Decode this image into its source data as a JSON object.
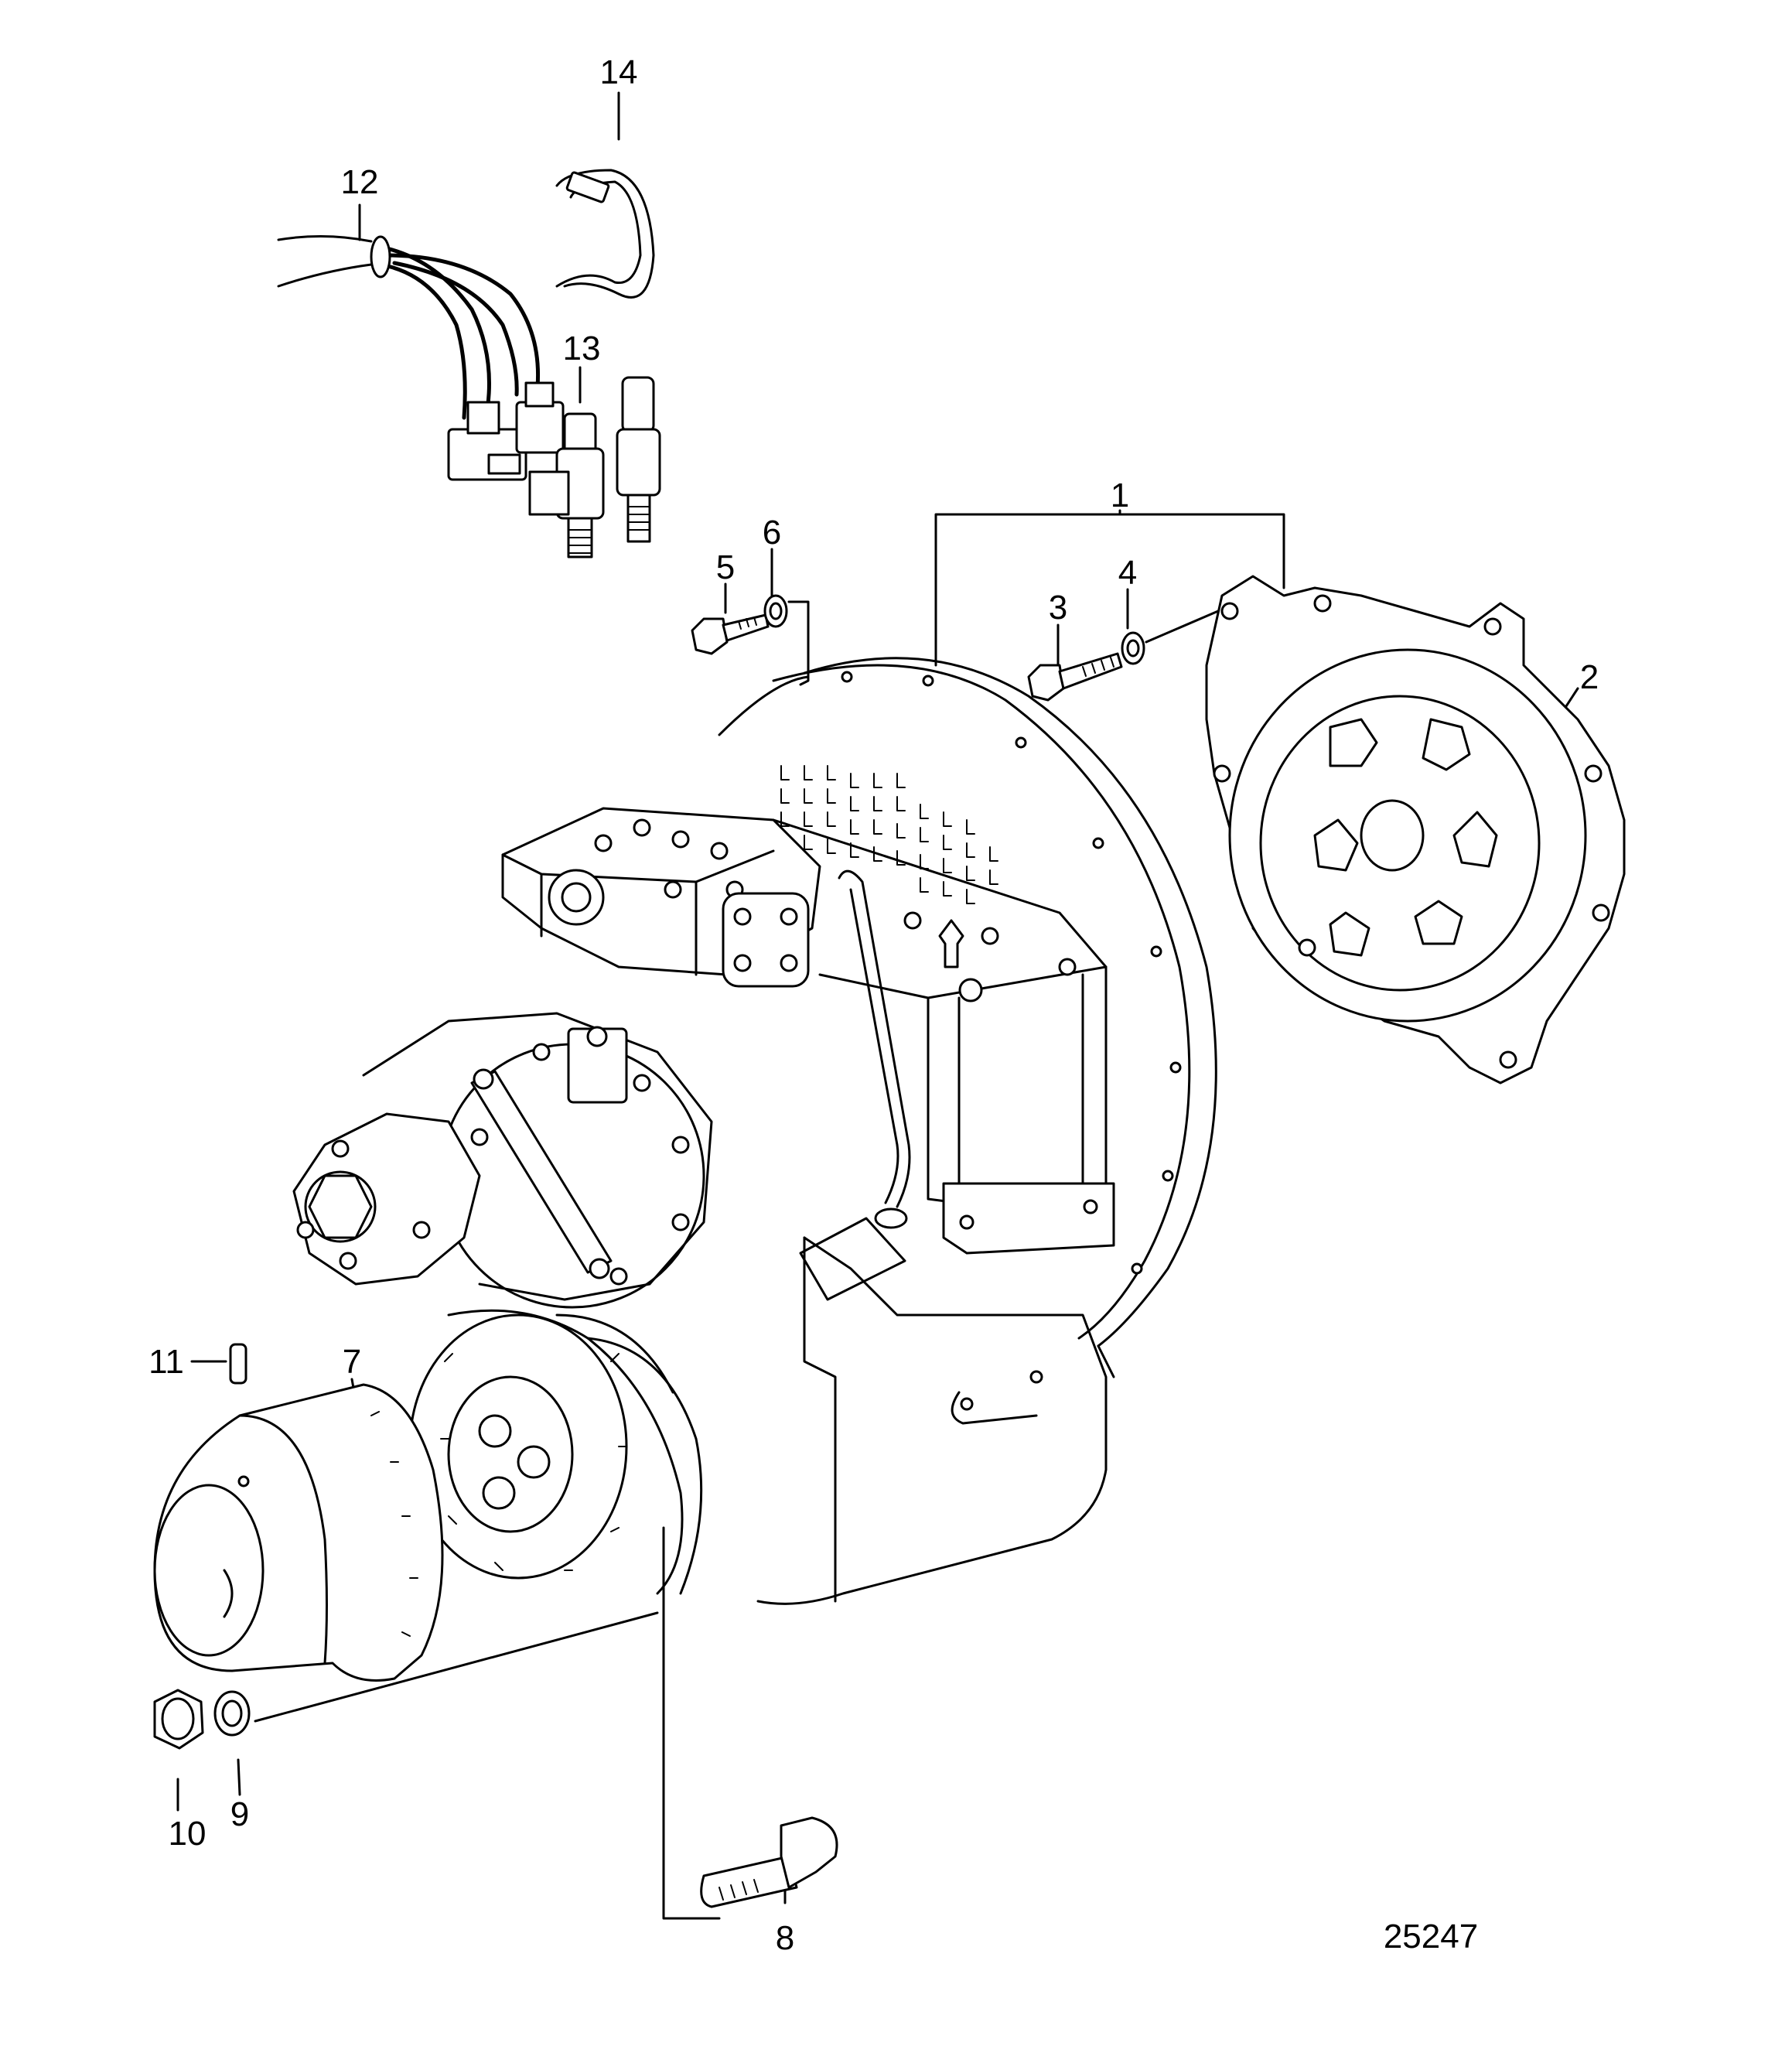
{
  "diagram": {
    "figure_number": "25247",
    "callouts": [
      {
        "id": "1",
        "label": "1"
      },
      {
        "id": "2",
        "label": "2"
      },
      {
        "id": "3",
        "label": "3"
      },
      {
        "id": "4",
        "label": "4"
      },
      {
        "id": "5",
        "label": "5"
      },
      {
        "id": "6",
        "label": "6"
      },
      {
        "id": "7",
        "label": "7"
      },
      {
        "id": "8",
        "label": "8"
      },
      {
        "id": "9",
        "label": "9"
      },
      {
        "id": "10",
        "label": "10"
      },
      {
        "id": "11",
        "label": "11"
      },
      {
        "id": "12",
        "label": "12"
      },
      {
        "id": "13",
        "label": "13"
      },
      {
        "id": "14",
        "label": "14"
      }
    ]
  }
}
